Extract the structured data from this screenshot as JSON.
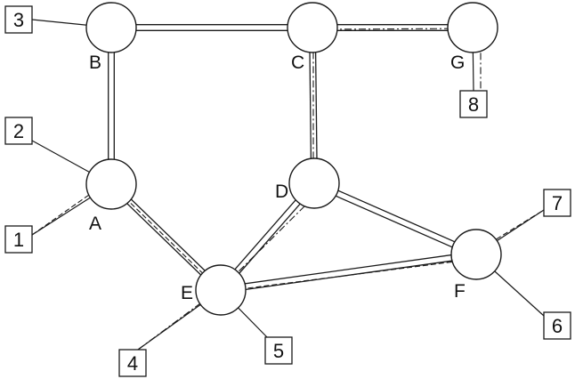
{
  "diagram": {
    "colors": {
      "stroke": "#1a1a1a",
      "node_fill": "#ffffff",
      "background": "#ffffff"
    },
    "nodes": [
      {
        "id": "A",
        "label": "A"
      },
      {
        "id": "B",
        "label": "B"
      },
      {
        "id": "C",
        "label": "C"
      },
      {
        "id": "D",
        "label": "D"
      },
      {
        "id": "E",
        "label": "E"
      },
      {
        "id": "F",
        "label": "F"
      },
      {
        "id": "G",
        "label": "G"
      }
    ],
    "links": [
      {
        "from": "A",
        "to": "B"
      },
      {
        "from": "B",
        "to": "C"
      },
      {
        "from": "C",
        "to": "G"
      },
      {
        "from": "C",
        "to": "D"
      },
      {
        "from": "A",
        "to": "E"
      },
      {
        "from": "D",
        "to": "E"
      },
      {
        "from": "D",
        "to": "F"
      },
      {
        "from": "E",
        "to": "F"
      }
    ],
    "terminals": [
      {
        "id": "1",
        "label": "1",
        "attached_to": "A"
      },
      {
        "id": "2",
        "label": "2",
        "attached_to": "A"
      },
      {
        "id": "3",
        "label": "3",
        "attached_to": "B"
      },
      {
        "id": "4",
        "label": "4",
        "attached_to": "E"
      },
      {
        "id": "5",
        "label": "5",
        "attached_to": "E"
      },
      {
        "id": "6",
        "label": "6",
        "attached_to": "F"
      },
      {
        "id": "7",
        "label": "7",
        "attached_to": "F"
      },
      {
        "id": "8",
        "label": "8",
        "attached_to": "G"
      }
    ],
    "paths": [
      {
        "style": "dashed",
        "route": [
          "1",
          "A",
          "E",
          "F",
          "7"
        ]
      },
      {
        "style": "dash-dot",
        "route": [
          "4",
          "E",
          "D",
          "C",
          "G",
          "8"
        ]
      }
    ]
  }
}
